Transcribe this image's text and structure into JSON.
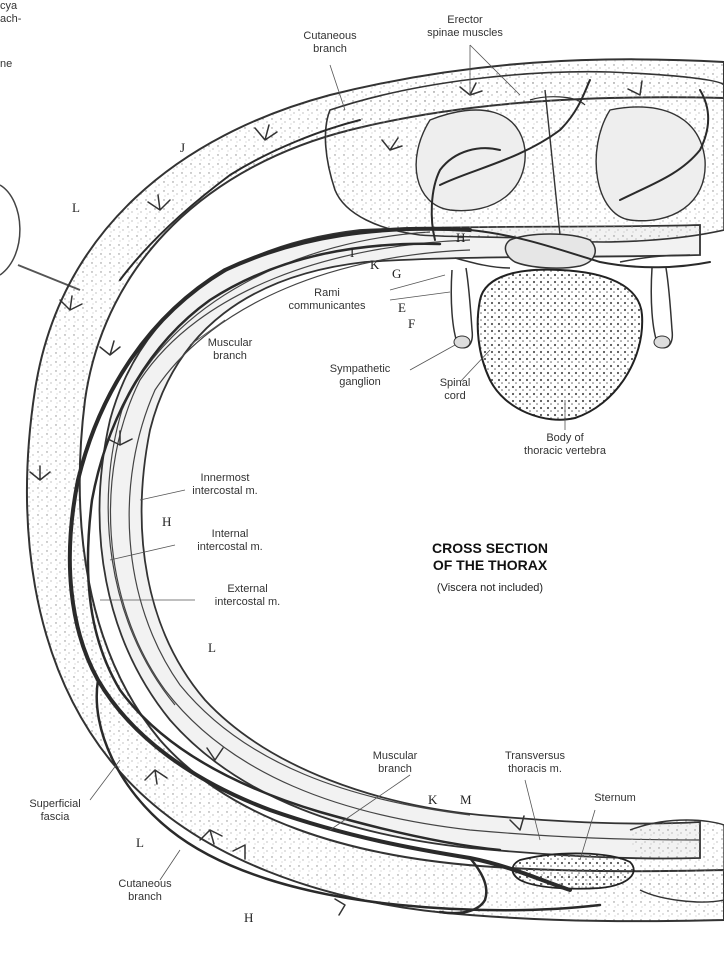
{
  "title": "CROSS SECTION\nOF THE THORAX",
  "subtitle": "(Viscera not included)",
  "labels": {
    "cutaneous_branch_top": "Cutaneous\nbranch",
    "erector_spinae": "Erector\nspinae muscles",
    "rami_communicantes": "Rami\ncommunicantes",
    "muscular_branch_left": "Muscular\nbranch",
    "sympathetic_ganglion": "Sympathetic\nganglion",
    "spinal_cord": "Spinal\ncord",
    "body_thoracic_vertebra": "Body of\nthoracic vertebra",
    "innermost_intercostal": "Innermost\nintercostal m.",
    "internal_intercostal": "Internal\nintercostal m.",
    "external_intercostal": "External\nintercostal m.",
    "muscular_branch_bottom": "Muscular\nbranch",
    "transversus_thoracis": "Transversus\nthoracis m.",
    "sternum": "Sternum",
    "superficial_fascia": "Superficial\nfascia",
    "cutaneous_branch_bottom": "Cutaneous\nbranch",
    "edge_fragment_1": "cya\nach-",
    "edge_fragment_2": "ne"
  },
  "letters": {
    "J": "J",
    "L_top": "L",
    "I": "I",
    "K_top": "K",
    "G": "G",
    "E": "E",
    "F": "F",
    "H_top": "H",
    "H_left": "H",
    "L_mid": "L",
    "K_bottom": "K",
    "M_bottom": "M",
    "L_bottom": "L",
    "H_bottom": "H"
  }
}
